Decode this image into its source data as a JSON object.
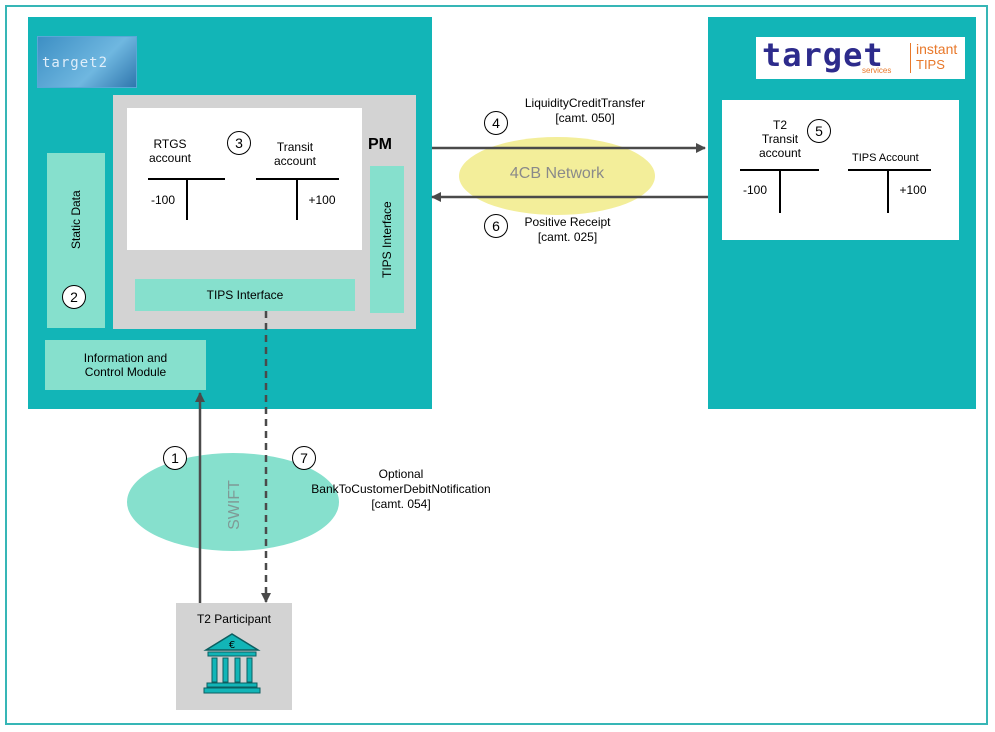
{
  "title_box": "",
  "left_panel": {
    "logo": "target2",
    "pm": {
      "label": "PM",
      "rtgs_account": "RTGS\naccount",
      "rtgs_value": "-100",
      "transit_account": "Transit\naccount",
      "transit_value": "+100",
      "step": "3",
      "tips_interface_h": "TIPS Interface",
      "tips_interface_v": "TIPS Interface"
    },
    "static_data": "Static Data",
    "static_step": "2",
    "icm": "Information and\nControl Module"
  },
  "right_panel": {
    "logo_main": "target",
    "logo_services": "services",
    "logo_instant": "instant",
    "logo_tips": "TIPS",
    "t2_transit": "T2\nTransit\naccount",
    "t2_value": "-100",
    "tips_account": "TIPS Account",
    "tips_value": "+100",
    "step": "5"
  },
  "network": {
    "label": "4CB Network",
    "msg_out": "LiquidityCreditTransfer\n[camt. 050]",
    "msg_out_step": "4",
    "msg_in": "Positive Receipt\n[camt. 025]",
    "msg_in_step": "6"
  },
  "swift": {
    "label": "SWIFT",
    "step_up": "1",
    "step_down": "7",
    "optional_msg": "Optional\nBankToCustomerDebitNotification\n[camt. 054]"
  },
  "participant": {
    "label": "T2 Participant",
    "icon": "bank-euro-icon"
  },
  "colors": {
    "teal": "#12b5b7",
    "mint": "#86e0cd",
    "grey": "#d3d3d3",
    "yellow": "#f3ee9a",
    "arrow": "#4a4a4a"
  }
}
